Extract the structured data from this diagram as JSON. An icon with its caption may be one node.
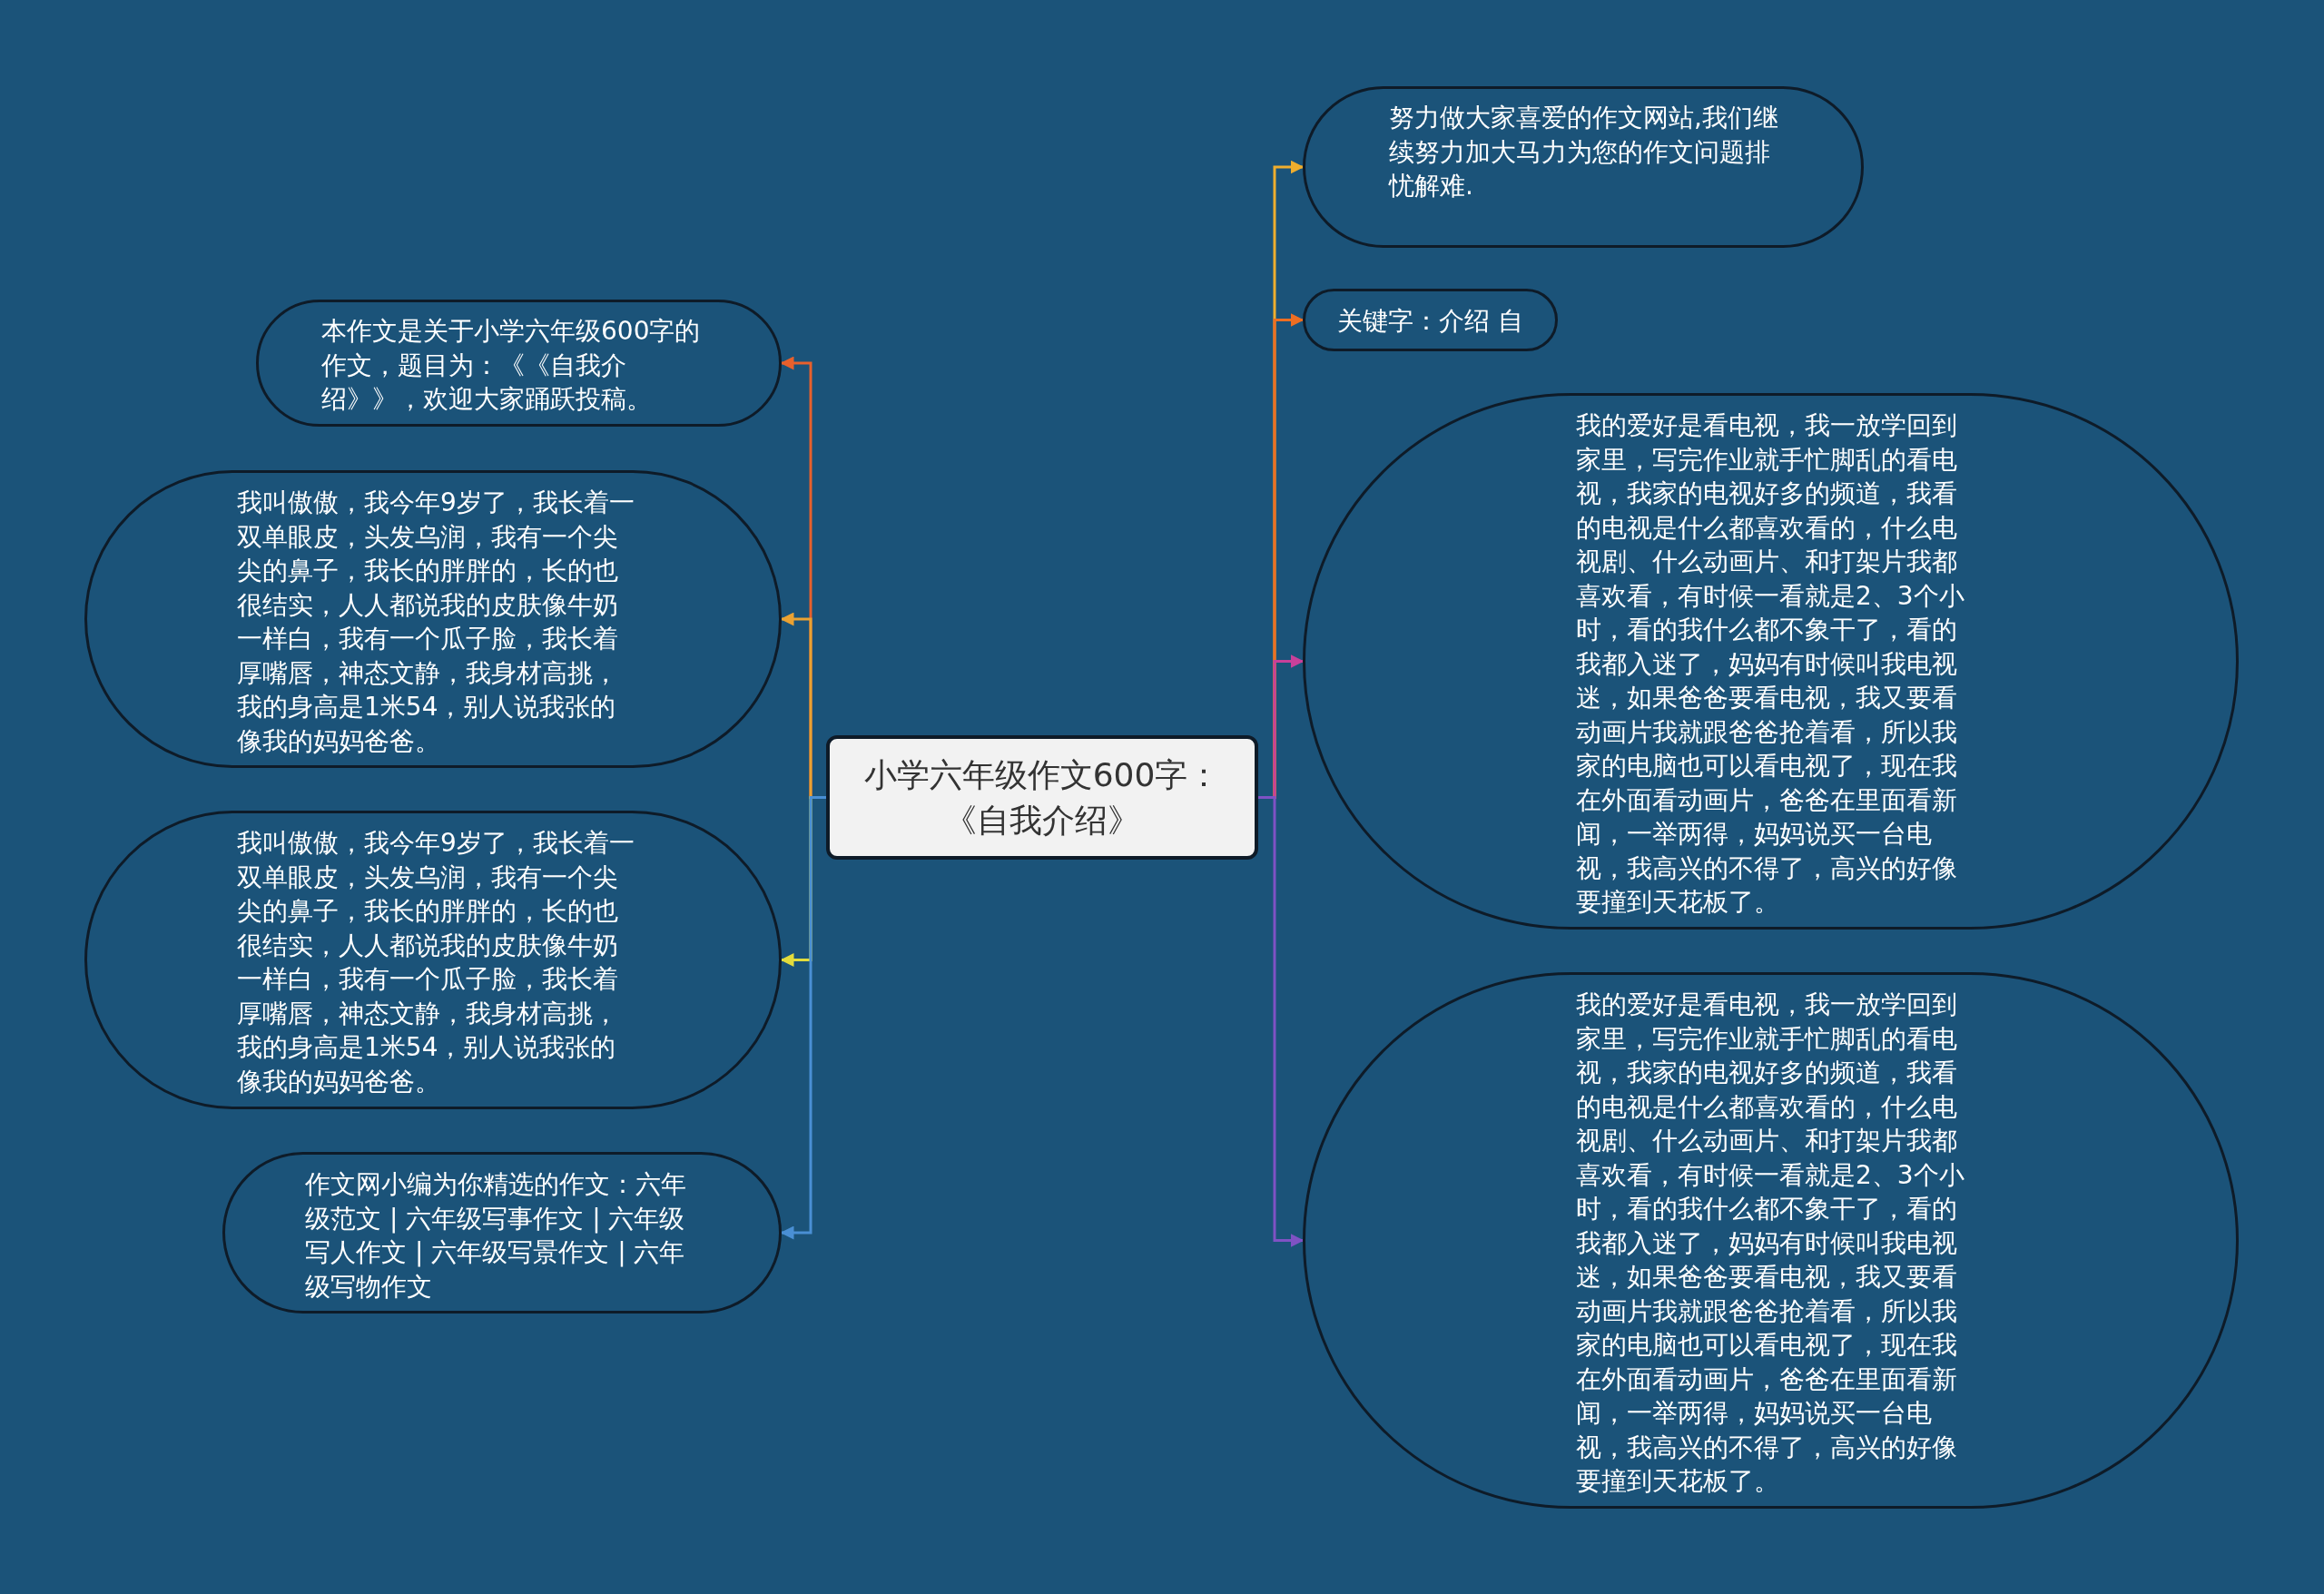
{
  "diagram": {
    "nodes": [
      {
        "text": [
          "小学六年级作文600字：《自我介绍》"
        ]
      },
      {
        "text": [
          "本作文是关于小学六年级600字的作文，题目为：《《自我介绍》》，欢迎大家踊跃投稿。"
        ]
      },
      {
        "text": [
          "我叫傲傲，我今年9岁了，我长着一双单眼皮，头发乌润，我有一个尖尖的鼻子，我长的胖胖的，长的也很结实，人人都说我的皮肤像牛奶一样白，我有一个瓜子脸，我长着厚嘴唇，神态文静，我身材高挑，我的身高是1米54，别人说我张的像我的妈妈爸爸。"
        ]
      },
      {
        "text": [
          "我叫傲傲，我今年9岁了，我长着一双单眼皮，头发乌润，我有一个尖尖的鼻子，我长的胖胖的，长的也很结实，人人都说我的皮肤像牛奶一样白，我有一个瓜子脸，我长着厚嘴唇，神态文静，我身材高挑，我的身高是1米54，别人说我张的像我的妈妈爸爸。"
        ]
      },
      {
        "text": [
          "作文网小编为你精选的作文：六年级范文 | 六年级写事作文 | 六年级写人作文 | 六年级写景作文 | 六年级写物作文"
        ]
      },
      {
        "text": [
          "努力做大家喜爱的作文网站,我们继续努力加大马力为您的作文问题排忧解难."
        ]
      },
      {
        "text": [
          "关键字：介绍 自"
        ]
      },
      {
        "text": [
          "我的爱好是看电视，我一放学回到家里，写完作业就手忙脚乱的看电视，我家的电视好多的频道，我看的电视是什么都喜欢看的，什么电视剧、什么动画片、和打架片我都喜欢看，有时候一看就是2、3个小时，看的我什么都不象干了，看的我都入迷了，妈妈有时候叫我电视迷，如果爸爸要看电视，我又要看动画片我就跟爸爸抢着看，所以我家的电脑也可以看电视了，现在我在外面看动画片，爸爸在里面看新闻，一举两得，妈妈说买一台电视，我高兴的不得了，高兴的好像要撞到天花板了。"
        ]
      },
      {
        "text": [
          "我的爱好是看电视，我一放学回到家里，写完作业就手忙脚乱的看电视，我家的电视好多的频道，我看的电视是什么都喜欢看的，什么电视剧、什么动画片、和打架片我都喜欢看，有时候一看就是2、3个小时，看的我什么都不象干了，看的我都入迷了，妈妈有时候叫我电视迷，如果爸爸要看电视，我又要看动画片我就跟爸爸抢着看，所以我家的电脑也可以看电视了，现在我在外面看动画片，爸爸在里面看新闻，一举两得，妈妈说买一台电视，我高兴的不得了，高兴的好像要撞到天花板了。"
        ]
      }
    ],
    "edges": [
      {
        "from": 0,
        "to": 1,
        "arrow": "to",
        "color": "#e8602c"
      },
      {
        "from": 0,
        "to": 2,
        "arrow": "to",
        "color": "#eba232"
      },
      {
        "from": 0,
        "to": 3,
        "arrow": "to",
        "color": "#e3dc3c"
      },
      {
        "from": 0,
        "to": 4,
        "arrow": "to",
        "color": "#4a8fd4"
      },
      {
        "from": 0,
        "to": 5,
        "arrow": "to",
        "color": "#efae2e"
      },
      {
        "from": 0,
        "to": 6,
        "arrow": "to",
        "color": "#ee6e22"
      },
      {
        "from": 0,
        "to": 7,
        "arrow": "to",
        "color": "#c8409a"
      },
      {
        "from": 0,
        "to": 8,
        "arrow": "to",
        "color": "#7f52c4"
      }
    ]
  }
}
